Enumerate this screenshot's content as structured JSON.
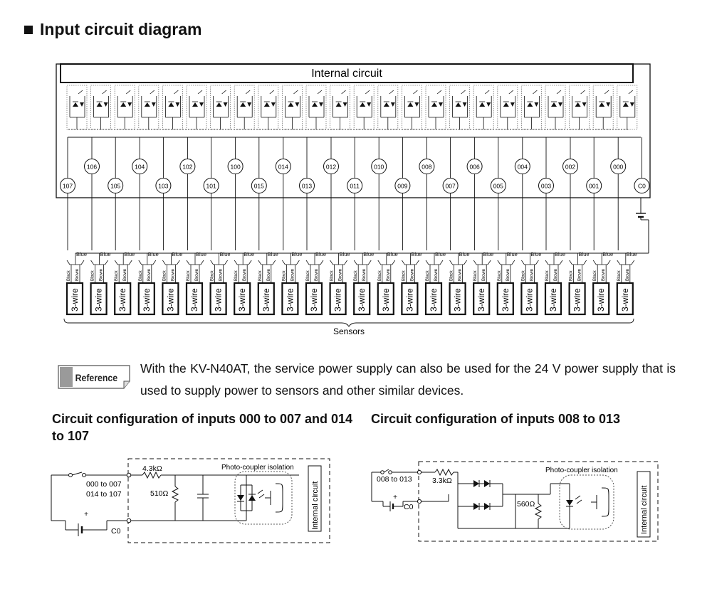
{
  "heading": "Input circuit diagram",
  "internal_circuit_label": "Internal circuit",
  "terminals_upper": [
    "106",
    "104",
    "102",
    "100",
    "014",
    "012",
    "010",
    "008",
    "006",
    "004",
    "002",
    "000"
  ],
  "terminals_lower": [
    "107",
    "105",
    "103",
    "101",
    "015",
    "013",
    "011",
    "009",
    "007",
    "005",
    "003",
    "001",
    "C0"
  ],
  "wire_labels": {
    "blue": "Blue",
    "black": "Black",
    "brown": "Brown"
  },
  "sensor_label": "3-wire",
  "sensor_count": 24,
  "sensors_caption": "Sensors",
  "reference": {
    "badge": "Reference",
    "text": "With the KV-N40AT, the service power supply can also be used for the 24 V power supply that is used to supply power to sensors and other similar devices."
  },
  "circuit1": {
    "title": "Circuit configuration of inputs 000 to 007 and 014 to 107",
    "inputs_line1": "000 to 007",
    "inputs_line2": "014 to 107",
    "r_series": "4.3kΩ",
    "r_shunt": "510Ω",
    "common": "C0",
    "isolation": "Photo-coupler isolation",
    "internal": "Internal circuit",
    "plus": "+"
  },
  "circuit2": {
    "title": "Circuit configuration of inputs 008 to 013",
    "inputs": "008 to 013",
    "r_series": "3.3kΩ",
    "r_shunt": "560Ω",
    "common": "C0",
    "isolation": "Photo-coupler isolation",
    "internal": "Internal circuit",
    "plus": "+"
  }
}
